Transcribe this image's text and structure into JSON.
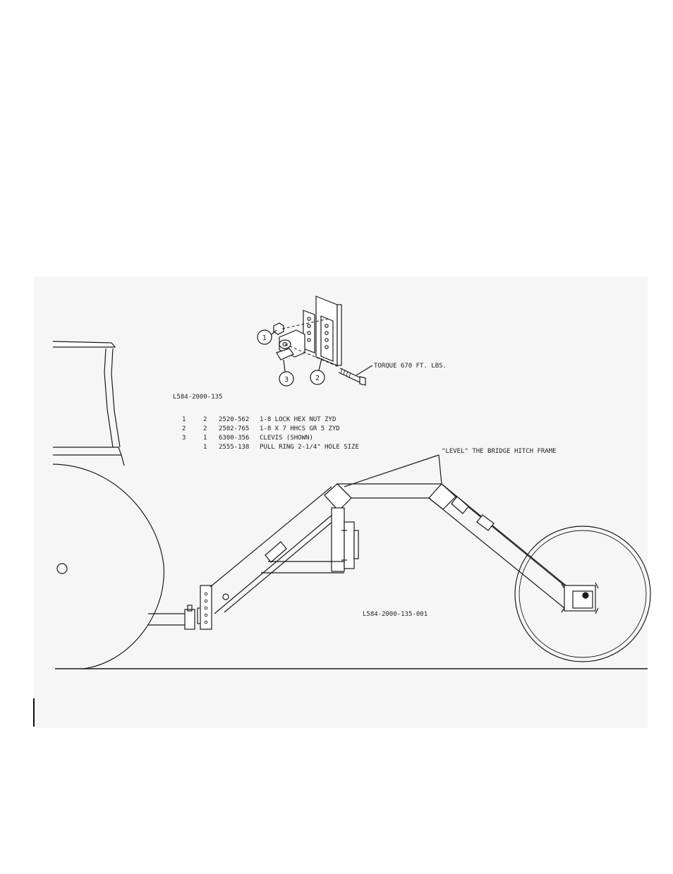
{
  "callouts": [
    {
      "id": "1",
      "label": "1"
    },
    {
      "id": "2",
      "label": "2"
    },
    {
      "id": "3",
      "label": "3"
    }
  ],
  "torque_note": "TORQUE 670 FT. LBS.",
  "assembly_number": "L584-2000-135",
  "parts_list": [
    {
      "item": "1",
      "qty": "2",
      "part": "2520-562",
      "desc": "1-8 LOCK HEX NUT ZYD"
    },
    {
      "item": "2",
      "qty": "2",
      "part": "2502-765",
      "desc": "1-8 X 7 HHCS GR 5 ZYD"
    },
    {
      "item": "3",
      "qty": "1",
      "part": "6300-356",
      "desc": "CLEVIS (SHOWN)"
    },
    {
      "item": "",
      "qty": "1",
      "part": "2555-138",
      "desc": "PULL RING 2-1/4\" HOLE SIZE"
    }
  ],
  "level_note": "\"LEVEL\" THE BRIDGE HITCH FRAME",
  "drawing_number": "L584-2000-135-001",
  "colors": {
    "line": "#1a1a1a",
    "paper": "#ffffff",
    "shade": "#f4f4f4"
  }
}
